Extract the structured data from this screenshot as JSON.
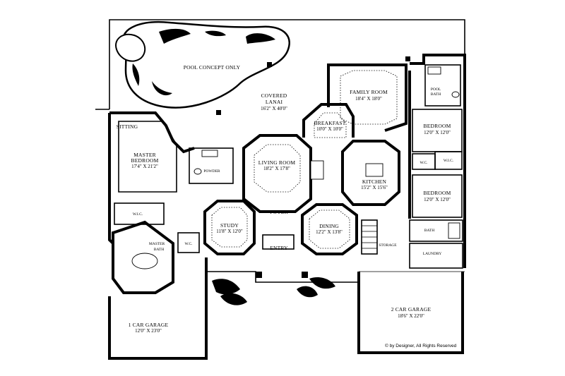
{
  "rooms": {
    "pool": {
      "label": "POOL CONCEPT ONLY"
    },
    "covered_lanai": {
      "label": "COVERED",
      "label2": "LANAI",
      "dims": "16'2\" X 40'0\""
    },
    "family_room": {
      "label": "FAMILY ROOM",
      "dims": "18'4\" X 18'0\""
    },
    "pool_bath": {
      "label": "POOL",
      "label2": "BATH"
    },
    "breakfast": {
      "label": "BREAKFAST",
      "dims": "10'0\" X 10'0\""
    },
    "bedroom_1": {
      "label": "BEDROOM",
      "dims": "12'0\" X 12'0\""
    },
    "sitting": {
      "label": "SITTING"
    },
    "master_bedroom": {
      "label": "MASTER",
      "label2": "BEDROOM",
      "dims": "17'4\" X 21'2\""
    },
    "powder": {
      "label": "POWDER"
    },
    "living_room": {
      "label": "LIVING ROOM",
      "dims": "18'2\" X 17'8\""
    },
    "kitchen": {
      "label": "KITCHEN",
      "dims": "15'2\" X 15'6\""
    },
    "wc_right": {
      "label": "W.C."
    },
    "wic_right": {
      "label": "W.I.C."
    },
    "bedroom_2": {
      "label": "BEDROOM",
      "dims": "12'0\" X 12'0\""
    },
    "wic_master": {
      "label": "W.I.C."
    },
    "foyer": {
      "label": "FOYER"
    },
    "study": {
      "label": "STUDY",
      "dims": "11'8\" X 12'0\""
    },
    "dining": {
      "label": "DINING",
      "dims": "12'2\" X 13'8\""
    },
    "bath": {
      "label": "BATH"
    },
    "master_bath": {
      "label": "MASTER",
      "label2": "BATH"
    },
    "wc_master": {
      "label": "W.C."
    },
    "entry": {
      "label": "ENTRY"
    },
    "storage": {
      "label": "STORAGE"
    },
    "laundry": {
      "label": "LAUNDRY"
    },
    "garage_1": {
      "label": "1 CAR GARAGE",
      "dims": "12'0\" X 23'0\""
    },
    "garage_2": {
      "label": "2 CAR GARAGE",
      "dims": "18'6\" X 22'0\""
    }
  },
  "copyright": "© by Designer, All Rights Reserved"
}
